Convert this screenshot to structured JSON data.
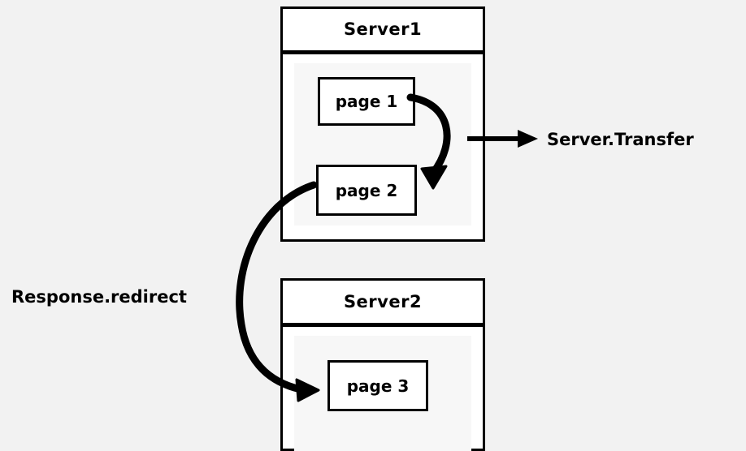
{
  "diagram": {
    "type": "flow-diagram",
    "background_color": "#f2f2f2",
    "stroke_color": "#000000",
    "servers": [
      {
        "id": "server1",
        "title": "Server1",
        "pages": [
          {
            "id": "page1",
            "label": "page 1"
          },
          {
            "id": "page2",
            "label": "page 2"
          }
        ]
      },
      {
        "id": "server2",
        "title": "Server2",
        "pages": [
          {
            "id": "page3",
            "label": "page 3"
          }
        ]
      }
    ],
    "annotations": [
      {
        "id": "server-transfer",
        "text": "Server.Transfer",
        "describes": "arrow from page 1 to page 2 inside Server1"
      },
      {
        "id": "response-redirect",
        "text": "Response.redirect",
        "describes": "arrow from page 2 in Server1 to page 3 in Server2"
      }
    ]
  }
}
